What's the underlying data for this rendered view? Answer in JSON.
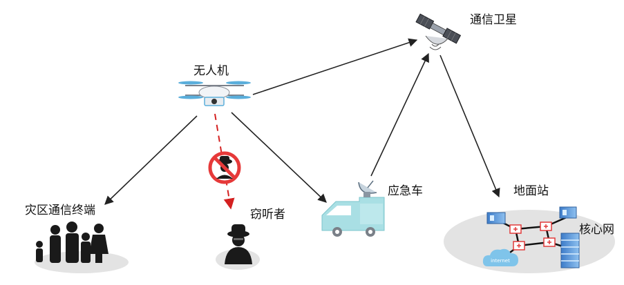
{
  "nodes": {
    "satellite": "通信卫星",
    "uav": "无人机",
    "disaster_terminals": "灾区通信终端",
    "eavesdropper": "窃听者",
    "emergency_vehicle": "应急车",
    "ground_station": "地面站",
    "core_network": "核心网",
    "internet": "internet"
  },
  "colors": {
    "arrow": "#222222",
    "eavesdrop_link": "#d42020",
    "ground_ellipse": "#e3e3e3",
    "vehicle": "#a9dfe4",
    "uav_accent": "#5aaedb",
    "server_blue": "#4a8fd6",
    "router_red": "#e23b3b",
    "cloud": "#7fc4ea"
  },
  "icons": [
    "satellite-icon",
    "drone-icon",
    "people-icon",
    "spy-icon",
    "prohibited-spy-icon",
    "van-icon",
    "dish-icon",
    "server-icon",
    "router-icon",
    "cloud-icon"
  ]
}
